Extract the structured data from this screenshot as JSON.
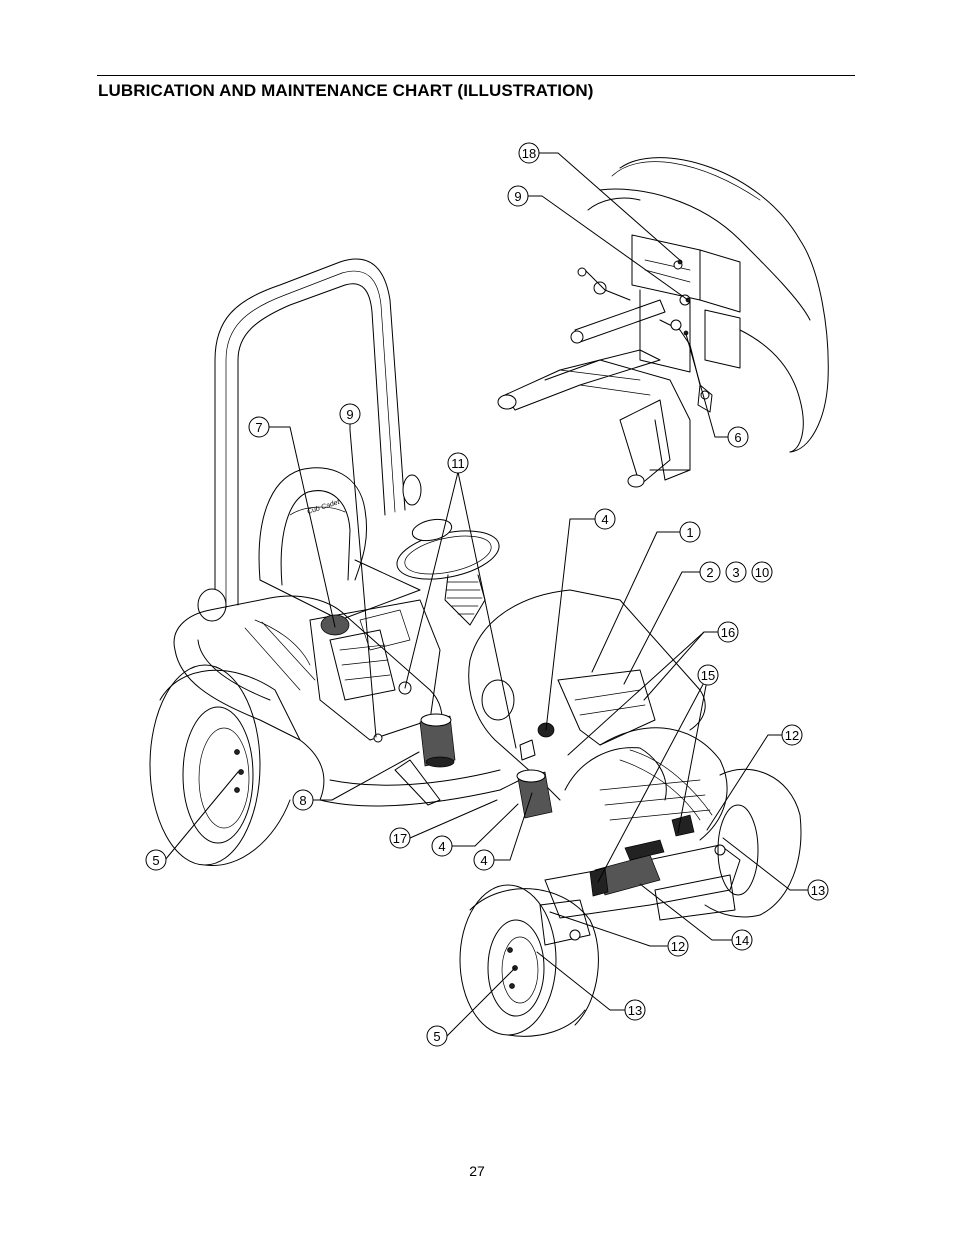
{
  "page": {
    "title": "LUBRICATION AND MAINTENANCE CHART (ILLUSTRATION)",
    "page_number": "27",
    "logo_text": "Cub Cadet"
  },
  "callouts": [
    {
      "id": "c18",
      "label": "18"
    },
    {
      "id": "c9-top",
      "label": "9"
    },
    {
      "id": "c6",
      "label": "6"
    },
    {
      "id": "c7",
      "label": "7"
    },
    {
      "id": "c9",
      "label": "9"
    },
    {
      "id": "c11",
      "label": "11"
    },
    {
      "id": "c4-top",
      "label": "4"
    },
    {
      "id": "c1",
      "label": "1"
    },
    {
      "id": "c2",
      "label": "2"
    },
    {
      "id": "c3",
      "label": "3"
    },
    {
      "id": "c10",
      "label": "10"
    },
    {
      "id": "c16",
      "label": "16"
    },
    {
      "id": "c15",
      "label": "15"
    },
    {
      "id": "c12-right",
      "label": "12"
    },
    {
      "id": "c8",
      "label": "8"
    },
    {
      "id": "c17",
      "label": "17"
    },
    {
      "id": "c4-mid",
      "label": "4"
    },
    {
      "id": "c4-low",
      "label": "4"
    },
    {
      "id": "c5-left",
      "label": "5"
    },
    {
      "id": "c13-right",
      "label": "13"
    },
    {
      "id": "c12-low",
      "label": "12"
    },
    {
      "id": "c14",
      "label": "14"
    },
    {
      "id": "c13-low",
      "label": "13"
    },
    {
      "id": "c5-low",
      "label": "5"
    }
  ]
}
